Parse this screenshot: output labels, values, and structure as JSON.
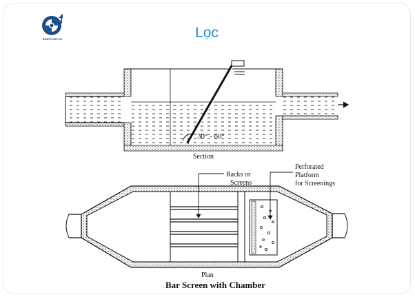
{
  "header": {
    "title": "Lọc",
    "logo_text": "BINHPUMP.VN"
  },
  "diagram": {
    "section_label": "Section",
    "angle_label": "30° - 60°",
    "racks_label_line1": "Racks or",
    "racks_label_line2": "Screens",
    "platform_label_line1": "Perforated",
    "platform_label_line2": "Platform",
    "platform_label_line3": "for Screenings",
    "plan_label": "Plan",
    "caption": "Bar Screen with Chamber"
  },
  "colors": {
    "title": "#1f8fd6",
    "logo": "#1b4f8a",
    "ink": "#111111"
  }
}
